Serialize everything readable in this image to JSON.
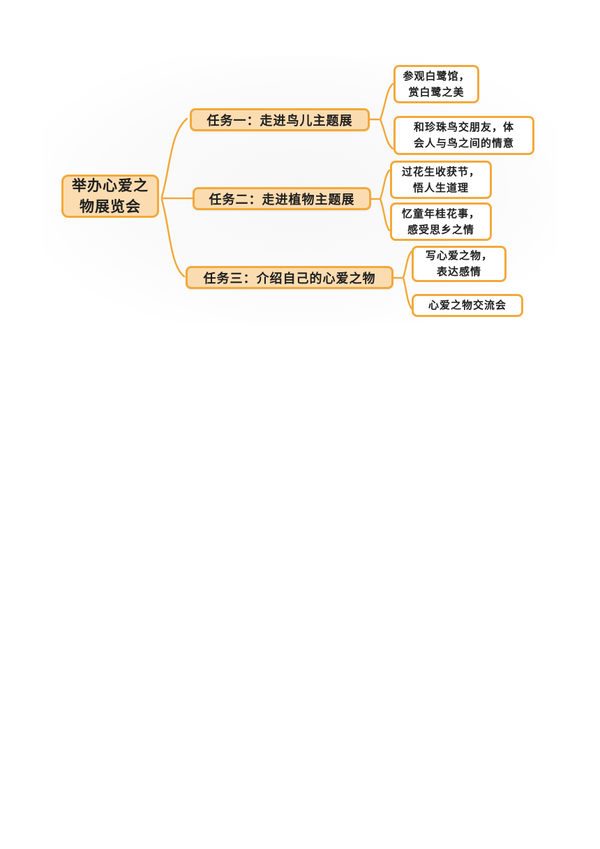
{
  "root": {
    "label": "举办心爱之\n物展览会"
  },
  "tasks": [
    {
      "label": "任务一：走进鸟儿主题展",
      "subs": [
        "参观白鹭馆，\n赏白鹭之美",
        "和珍珠鸟交朋友，体\n会人与鸟之间的情意"
      ]
    },
    {
      "label": "任务二：走进植物主题展",
      "subs": [
        "过花生收获节，\n悟人生道理",
        "忆童年桂花事，\n感受思乡之情"
      ]
    },
    {
      "label": "任务三：介绍自己的心爱之物",
      "subs": [
        "写心爱之物，\n表达感情",
        "心爱之物交流会"
      ]
    }
  ],
  "colors": {
    "border": "#f2a93b",
    "fill": "#fbdcb0",
    "leaf_fill": "#ffffff"
  }
}
